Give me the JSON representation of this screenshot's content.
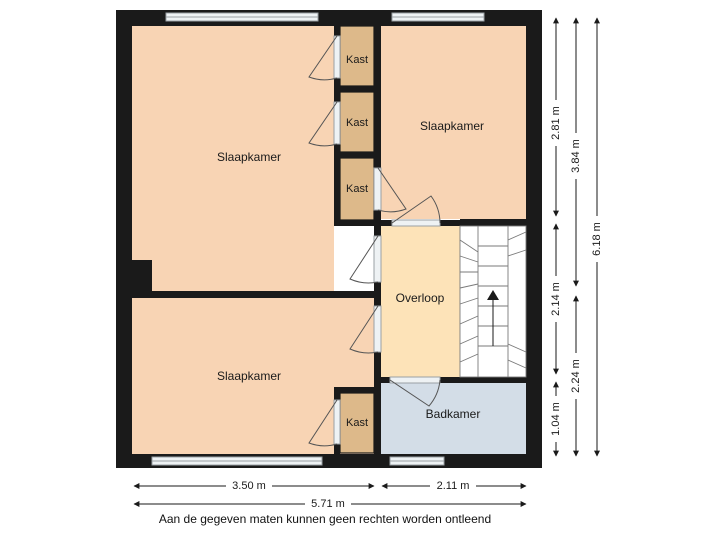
{
  "rooms": {
    "slaapkamer_top_left": "Slaapkamer",
    "slaapkamer_top_right": "Slaapkamer",
    "slaapkamer_bottom": "Slaapkamer",
    "overloop": "Overloop",
    "badkamer": "Badkamer",
    "kast_1": "Kast",
    "kast_2": "Kast",
    "kast_3": "Kast",
    "kast_4": "Kast"
  },
  "dimensions": {
    "right_upper": "2.81 m",
    "right_middle": "2.14 m",
    "right_lower": "1.04 m",
    "right_mid_total": "3.84 m",
    "right_low_total": "2.24 m",
    "right_total": "6.18 m",
    "bottom_left": "3.50 m",
    "bottom_right": "2.11 m",
    "bottom_total": "5.71 m"
  },
  "footer": {
    "disclaimer": "Aan de gegeven maten kunnen geen rechten worden ontleend"
  },
  "colors": {
    "wall": "#1a1a1a",
    "bedroom_fill": "#f8d4b4",
    "closet_fill": "#ddb98a",
    "landing_fill": "#fde3b8",
    "bathroom_fill": "#d3dde7",
    "window_fill": "#eef2f4"
  }
}
